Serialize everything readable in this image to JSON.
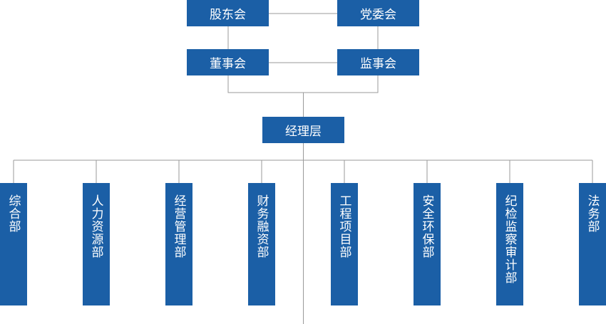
{
  "colors": {
    "box": "#1b5fa6",
    "line": "#9a9a9a",
    "text": "#ffffff"
  },
  "top": {
    "shareholders": "股东会",
    "party": "党委会",
    "board": "董事会",
    "supervisors": "监事会",
    "management": "经理层"
  },
  "departments": [
    "综合部",
    "人力资源部",
    "经营管理部",
    "财务融资部",
    "工程项目部",
    "安全环保部",
    "纪检监察审计部",
    "法务部"
  ]
}
